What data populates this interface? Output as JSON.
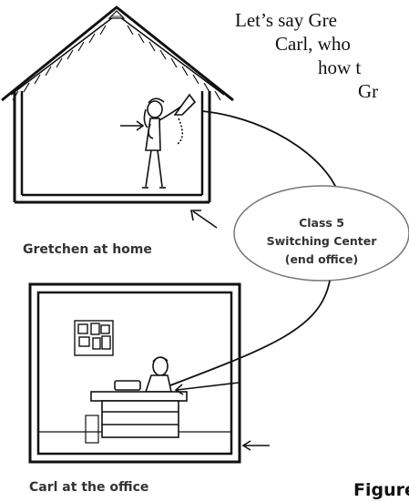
{
  "text_lines": [
    "Let’s say Gre",
    "Carl, who",
    "how t",
    "Gr"
  ],
  "callout": {
    "line1": "Class 5",
    "line2": "Switching Center",
    "line3": "(end office)"
  },
  "labels": {
    "home": "Gretchen at home",
    "office": "Carl at the office",
    "figure": "Figure"
  }
}
